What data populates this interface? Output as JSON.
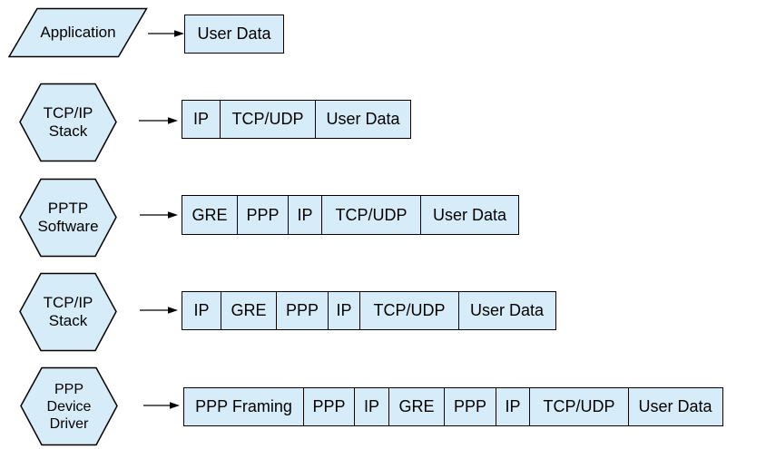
{
  "colors": {
    "shape_fill": "#d6ecf8",
    "shape_stroke": "#000000",
    "text": "#000000",
    "background": "#ffffff"
  },
  "rows": [
    {
      "name": "application",
      "source": {
        "shape": "parallelogram",
        "lines": [
          "Application"
        ]
      },
      "segments": [
        {
          "label": "User Data"
        }
      ]
    },
    {
      "name": "tcpip-stack-upper",
      "source": {
        "shape": "hexagon",
        "lines": [
          "TCP/IP",
          "Stack"
        ]
      },
      "segments": [
        {
          "label": "IP"
        },
        {
          "label": "TCP/UDP"
        },
        {
          "label": "User Data"
        }
      ]
    },
    {
      "name": "pptp-software",
      "source": {
        "shape": "hexagon",
        "lines": [
          "PPTP",
          "Software"
        ]
      },
      "segments": [
        {
          "label": "GRE"
        },
        {
          "label": "PPP"
        },
        {
          "label": "IP"
        },
        {
          "label": "TCP/UDP"
        },
        {
          "label": "User Data"
        }
      ]
    },
    {
      "name": "tcpip-stack-lower",
      "source": {
        "shape": "hexagon",
        "lines": [
          "TCP/IP",
          "Stack"
        ]
      },
      "segments": [
        {
          "label": "IP"
        },
        {
          "label": "GRE"
        },
        {
          "label": "PPP"
        },
        {
          "label": "IP"
        },
        {
          "label": "TCP/UDP"
        },
        {
          "label": "User Data"
        }
      ]
    },
    {
      "name": "ppp-device-driver",
      "source": {
        "shape": "hexagon",
        "lines": [
          "PPP",
          "Device",
          "Driver"
        ]
      },
      "segments": [
        {
          "label": "PPP Framing"
        },
        {
          "label": "PPP"
        },
        {
          "label": "IP"
        },
        {
          "label": "GRE"
        },
        {
          "label": "PPP"
        },
        {
          "label": "IP"
        },
        {
          "label": "TCP/UDP"
        },
        {
          "label": "User Data"
        }
      ]
    }
  ]
}
